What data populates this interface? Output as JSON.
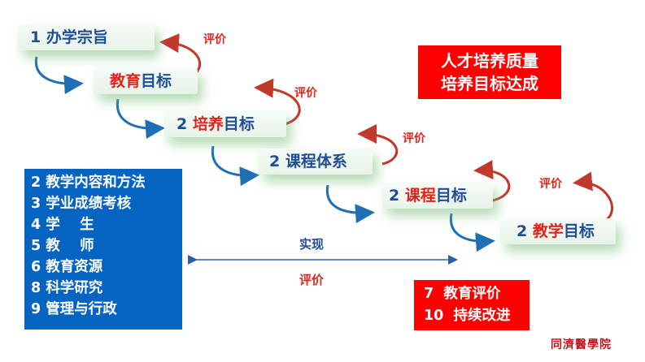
{
  "steps": [
    {
      "parts": [
        {
          "text": "1 办学宗旨",
          "color": "blue"
        }
      ]
    },
    {
      "parts": [
        {
          "text": "教育",
          "color": "red"
        },
        {
          "text": "目标",
          "color": "blue"
        }
      ]
    },
    {
      "parts": [
        {
          "text": "2 ",
          "color": "blue"
        },
        {
          "text": "培养",
          "color": "red"
        },
        {
          "text": "目标",
          "color": "blue"
        }
      ]
    },
    {
      "parts": [
        {
          "text": "2 课程体系",
          "color": "blue"
        }
      ]
    },
    {
      "parts": [
        {
          "text": "2 ",
          "color": "blue"
        },
        {
          "text": "课程",
          "color": "red"
        },
        {
          "text": "目标",
          "color": "blue"
        }
      ]
    },
    {
      "parts": [
        {
          "text": "2 ",
          "color": "blue"
        },
        {
          "text": "教学",
          "color": "red"
        },
        {
          "text": "目标",
          "color": "blue"
        }
      ]
    }
  ],
  "eval_label": "评价",
  "quality_box": {
    "line1": "人才培养质量",
    "line2": "培养目标达成"
  },
  "factors": [
    "2 教学内容和方法",
    "3 学业成绩考核",
    "4 学    生",
    "5 教    师",
    "6 教育资源",
    "8 科学研究",
    "9 管理与行政"
  ],
  "realize_label": "实现",
  "evaluate_label": "评价",
  "improve_box": {
    "line1": "7  教育评价",
    "line2": "10  持续改进"
  },
  "logo_text": "同濟醫學院",
  "colors": {
    "blue": "#1f4e96",
    "red": "#e0241b",
    "box_red": "#ff0000",
    "box_blue": "#0563c1",
    "arrow_blue": "#1f6fb4",
    "arrow_red": "#c0392b"
  }
}
